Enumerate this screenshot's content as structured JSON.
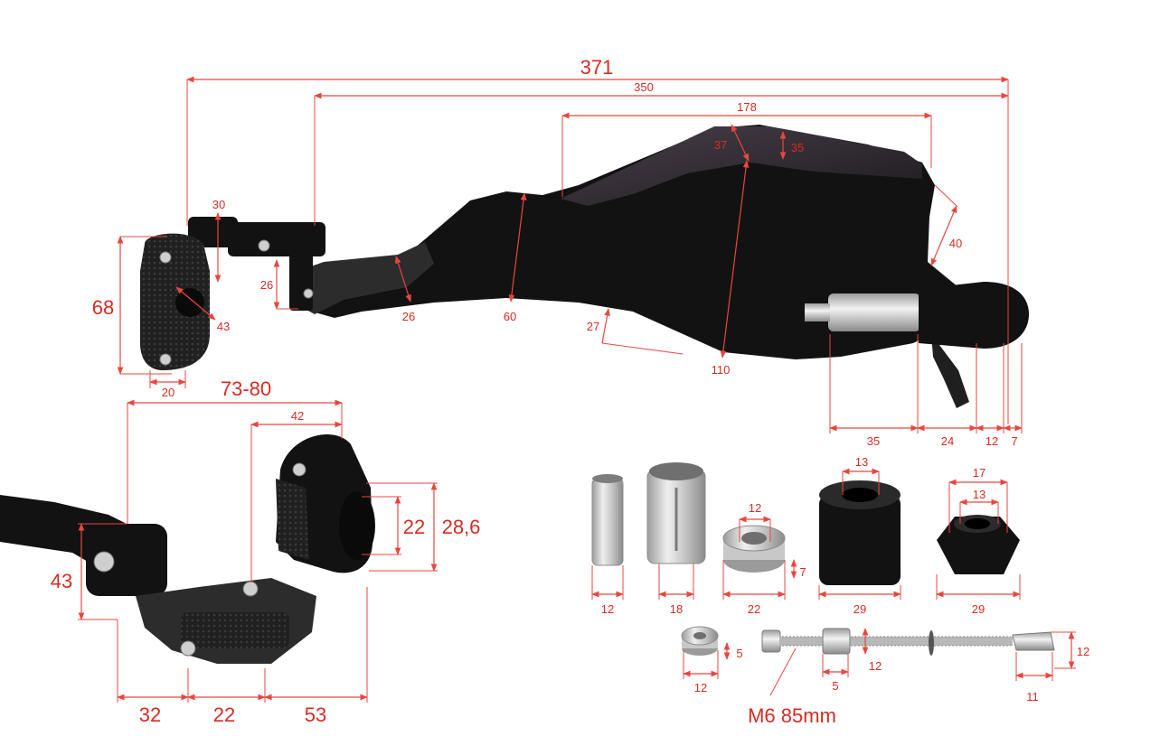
{
  "colors": {
    "dimension": "#e8473f",
    "label": "#d92b22",
    "part": "#121212",
    "metal": "#c9c9c9"
  },
  "top_view": {
    "overall_length": "371",
    "guard_length": "350",
    "shell_width": "178",
    "clamp_height": "68",
    "clamp_bore": "43",
    "clamp_width": "20",
    "mount_width": "30",
    "arm_drop": "26",
    "arm_thickness": "26",
    "shield_height_a": "60",
    "shield_height_b": "110",
    "lower_edge": "27",
    "shell_top_a": "37",
    "shell_top_b": "35",
    "shell_side": "40",
    "bar_end_35": "35",
    "bar_end_24": "24",
    "bar_end_12": "12",
    "bar_end_7": "7"
  },
  "clamp_view": {
    "span": "73-80",
    "clamp_width": "42",
    "bore_inner": "22",
    "bore_outer": "28,6",
    "arm_height": "43",
    "base_32": "32",
    "base_22": "22",
    "base_53": "53"
  },
  "parts": {
    "sleeve_knurled": "12",
    "sleeve_slotted": "18",
    "washer_inner": "12",
    "washer_outer": "22",
    "washer_height": "7",
    "weight_inner": "13",
    "weight_outer": "29",
    "cap_outer_top": "17",
    "cap_inner": "13",
    "cap_outer": "29",
    "spacer_outer": "12",
    "spacer_height": "5",
    "bolt_spacer_width": "5",
    "bolt_spacer_height": "12",
    "bolt_tip_width": "11",
    "bolt_tip_height": "12",
    "bolt_spec": "M6 85mm"
  }
}
